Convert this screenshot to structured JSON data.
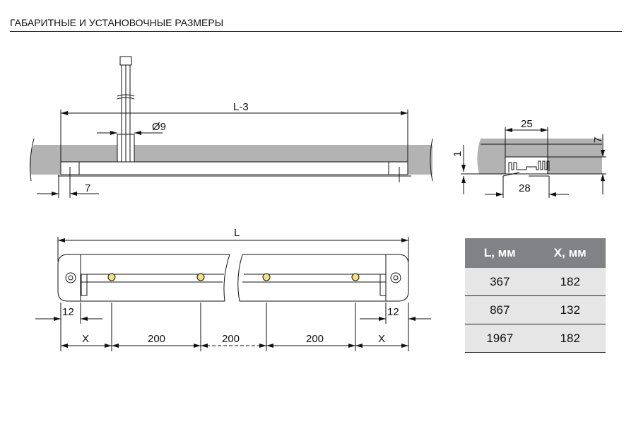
{
  "title": "ГАБАРИТНЫЕ И УСТАНОВОЧНЫЕ РАЗМЕРЫ",
  "top_view": {
    "length_label": "L-3",
    "diameter_label": "Ø9",
    "offset_label": "7"
  },
  "section_view": {
    "width_top": "25",
    "width_bottom": "28",
    "depth": "7",
    "flange": "1"
  },
  "bottom_view": {
    "length_label": "L",
    "edge_left": "12",
    "edge_right": "12",
    "x_left": "X",
    "x_right": "X",
    "pitch": [
      "200",
      "200",
      "200"
    ]
  },
  "table": {
    "headers": [
      "L, мм",
      "X, мм"
    ],
    "rows": [
      [
        "367",
        "182"
      ],
      [
        "867",
        "132"
      ],
      [
        "1967",
        "182"
      ]
    ]
  },
  "colors": {
    "material": "#b3b3b3",
    "header": "#808285",
    "row": "#e6e6e7",
    "led": "#f5e27a"
  }
}
